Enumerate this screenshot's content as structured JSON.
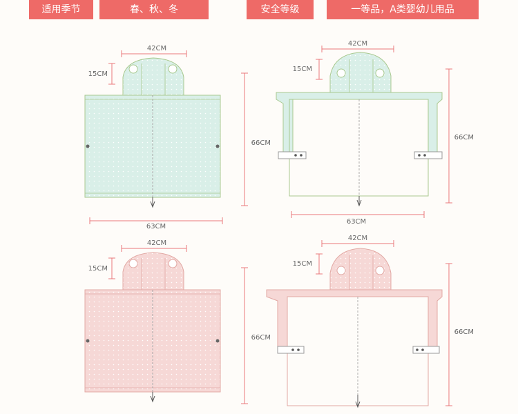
{
  "header": {
    "season_label": "适用季节",
    "season_value": "春、秋、冬",
    "grade_label": "安全等级",
    "grade_value": "一等品，A类婴幼儿用品"
  },
  "measurements": {
    "hood_width": "42CM",
    "hood_height": "15CM",
    "body_height": "66CM",
    "body_width": "63CM"
  },
  "colors": {
    "accent": "#ee6a67",
    "green_fill": "#d9efe8",
    "green_line": "#a9c98f",
    "pink_fill": "#f6d8d6",
    "pink_line": "#e2a9a4",
    "dimension_line": "#e9787a"
  },
  "icons": [
    "bear-ear-icon",
    "snap-button-icon",
    "zipper-pull-icon"
  ]
}
